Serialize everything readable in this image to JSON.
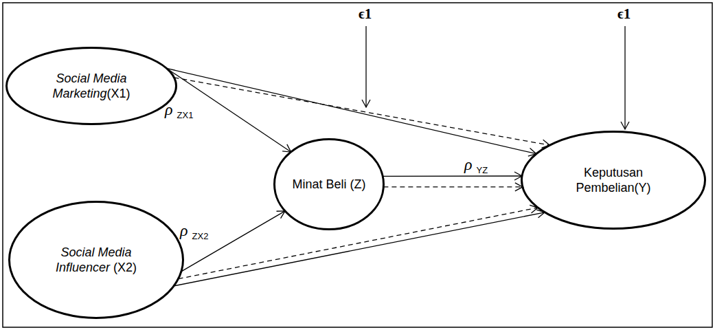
{
  "diagram": {
    "nodes": [
      {
        "text": [
          "Social Media Marketing(X1)"
        ]
      },
      {
        "text": [
          "Minat Beli (Z)"
        ]
      },
      {
        "text": [
          "Keputusan Pembelian(Y)"
        ]
      },
      {
        "text": [
          "Social Media Influencer (X2)"
        ]
      }
    ],
    "edges": [
      {
        "from": 0,
        "to": 1,
        "arrow": "to"
      },
      {
        "from": 0,
        "to": 2,
        "arrow": "to"
      },
      {
        "from": 0,
        "to": 2,
        "arrow": "to"
      },
      {
        "from": 1,
        "to": 2,
        "arrow": "to"
      },
      {
        "from": 1,
        "to": 2,
        "arrow": "to"
      },
      {
        "from": 3,
        "to": 1,
        "arrow": "to"
      },
      {
        "from": 3,
        "to": 2,
        "arrow": "to"
      },
      {
        "from": 3,
        "to": 2,
        "arrow": "to"
      }
    ],
    "labels": [
      "ϵ1",
      "ϵ1",
      "ρ ZX1",
      "ρ ZX2",
      "ρ YZ"
    ]
  }
}
